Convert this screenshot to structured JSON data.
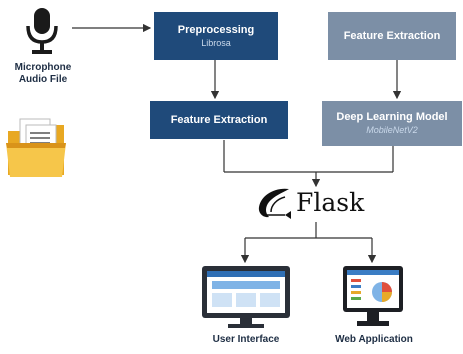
{
  "inputs": {
    "source_label": "Microphone\nAudio File"
  },
  "boxes": {
    "preprocessing_title": "Preprocessing",
    "preprocessing_sub": "Librosa",
    "feature_extraction_left": "Feature Extraction",
    "feature_extraction_right": "Feature Extraction",
    "dl_model_title": "Deep Learning Model",
    "dl_model_sub": "MobileNetV2"
  },
  "server": {
    "name": "Flask"
  },
  "outputs": {
    "user_interface": "User Interface",
    "web_application": "Web Application"
  },
  "colors": {
    "dark_box": "#1f4a7a",
    "grey_box": "#7c8fa6",
    "arrow": "#333333"
  },
  "icons": [
    "microphone-icon",
    "folder-icon",
    "flask-logo-icon",
    "monitor-icon"
  ]
}
